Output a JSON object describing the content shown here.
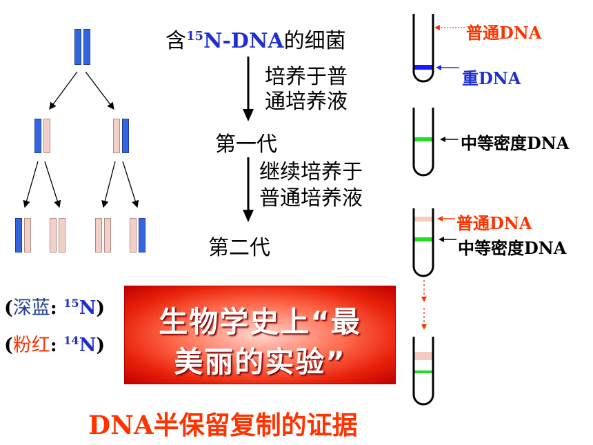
{
  "flow": {
    "start_prefix": "含",
    "start_sup": "15",
    "start_dna": "N-DNA",
    "start_suffix": "的细菌",
    "step1_line1": "培养于普",
    "step1_line2": "通培养液",
    "gen1": "第一代",
    "step2_line1": "继续培养于",
    "step2_line2": "普通培养液",
    "gen2": "第二代"
  },
  "legend": {
    "dark_label": "深蓝",
    "dark_sup": "15",
    "pink_label": "粉红",
    "pink_sup": "14",
    "colon": ":",
    "element": "N",
    "open": "(",
    "close": ")"
  },
  "banner": {
    "line1": "生物学史上“最",
    "line2": "美丽的实验”"
  },
  "caption": "DNA半保留复制的证据",
  "tubes": {
    "tube1_label_top": "普通DNA",
    "tube1_label_heavy": "重DNA",
    "tube2_label": "中等密度DNA",
    "tube3_label_light": "普通DNA",
    "tube3_label_mid": "中等密度DNA"
  },
  "colors": {
    "heavy_strand": "#3366dd",
    "light_strand": "#f2d0c8",
    "heavy_band": "#1a1aff",
    "medium_band": "#22dd22",
    "light_band": "#f6c9c1",
    "label_orange": "#ff3300",
    "label_blue": "#1f2fcf"
  },
  "icons": {
    "arrow": "arrow-left-icon",
    "tube": "test-tube-icon"
  }
}
